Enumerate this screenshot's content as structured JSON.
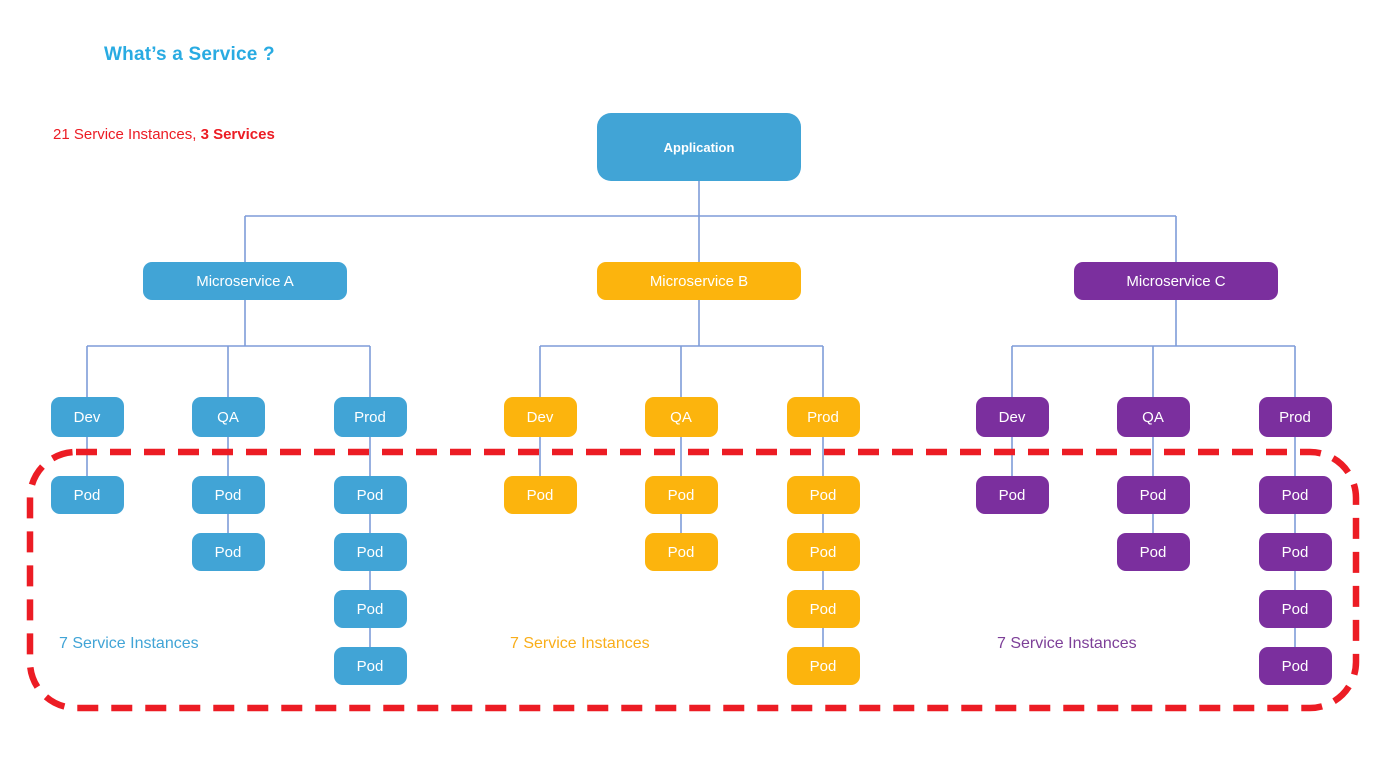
{
  "title": "What’s a Service ?",
  "summary": {
    "normal": "21 Service Instances, ",
    "bold": "3 Services"
  },
  "application": {
    "label": "Application"
  },
  "colors": {
    "blue": "#41A4D6",
    "yellow": "#FCB40D",
    "purple": "#7B2F9E",
    "connector": "#7E9CD9",
    "dashed_border": "#EC1C24",
    "title_text": "#29ABE2",
    "summary_text": "#EC1C24"
  },
  "label_colors": {
    "blue": "#41A4D6",
    "yellow": "#F9AE1A",
    "purple": "#7D3F98"
  },
  "services": [
    {
      "label": "Microservice A",
      "color": "blue",
      "instances_label": "7 Service Instances",
      "environments": [
        {
          "label": "Dev",
          "pods": [
            "Pod"
          ]
        },
        {
          "label": "QA",
          "pods": [
            "Pod",
            "Pod"
          ]
        },
        {
          "label": "Prod",
          "pods": [
            "Pod",
            "Pod",
            "Pod",
            "Pod"
          ]
        }
      ]
    },
    {
      "label": "Microservice B",
      "color": "yellow",
      "instances_label": "7 Service Instances",
      "environments": [
        {
          "label": "Dev",
          "pods": [
            "Pod"
          ]
        },
        {
          "label": "QA",
          "pods": [
            "Pod",
            "Pod"
          ]
        },
        {
          "label": "Prod",
          "pods": [
            "Pod",
            "Pod",
            "Pod",
            "Pod"
          ]
        }
      ]
    },
    {
      "label": "Microservice C",
      "color": "purple",
      "instances_label": "7 Service Instances",
      "environments": [
        {
          "label": "Dev",
          "pods": [
            "Pod"
          ]
        },
        {
          "label": "QA",
          "pods": [
            "Pod",
            "Pod"
          ]
        },
        {
          "label": "Prod",
          "pods": [
            "Pod",
            "Pod",
            "Pod",
            "Pod"
          ]
        }
      ]
    }
  ]
}
